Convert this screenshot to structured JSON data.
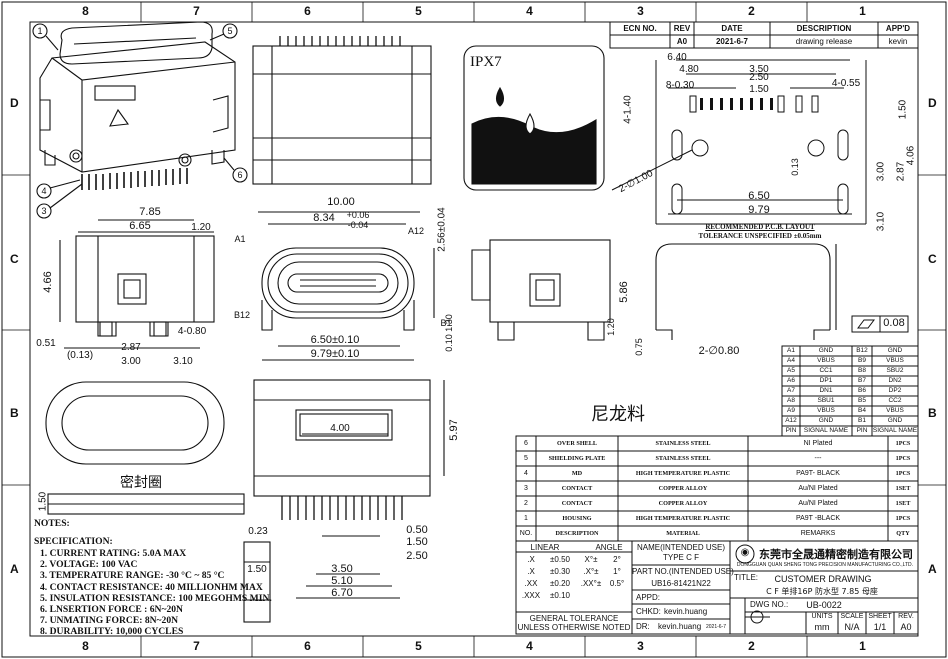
{
  "border": {
    "columns": [
      "8",
      "7",
      "6",
      "5",
      "4",
      "3",
      "2",
      "1"
    ],
    "rows": [
      "D",
      "C",
      "B",
      "A"
    ]
  },
  "revision": {
    "headers": [
      "ECN NO.",
      "REV",
      "DATE",
      "DESCRIPTION",
      "APP'D"
    ],
    "row": [
      "",
      "A0",
      "2021-6-7",
      "drawing release",
      "kevin"
    ]
  },
  "callouts": [
    "1",
    "5",
    "4",
    "3",
    "6",
    "A1",
    "A12",
    "B12",
    "B1"
  ],
  "dimensions": {
    "side_width": "7.85",
    "side_inner": "6.65",
    "side_lip": "1.20",
    "side_height": "4.66",
    "side_pin": "4-0.80",
    "side_d1": "0.51",
    "side_d2": "2.87",
    "side_d3": "(0.13)",
    "side_d4": "3.00",
    "side_d5": "3.10",
    "front_width": "10.00",
    "front_inner": "8.34",
    "front_tol": "+0.06 -0.04",
    "front_height": "2.56±0.04",
    "front_bottom": "6.50±0.10",
    "front_overall": "9.79±0.10",
    "front_d1": "1.30",
    "front_d2": "0.10",
    "right_height": "5.86",
    "right_pin": "1.20",
    "right_d1": "0.75",
    "right_hole": "2-∅0.80",
    "top_length": "5.97",
    "top_inner": "4.00",
    "bot_d1": "0.23",
    "bot_d2": "0.50",
    "bot_d3": "1.50",
    "bot_d4": "2.50",
    "bot_d5": "3.50",
    "bot_d6": "5.10",
    "bot_d7": "6.70",
    "gasket_h": "1.50",
    "gasket_side": "1.50",
    "pcb": [
      "6.40",
      "4.80",
      "3.50",
      "2.50",
      "1.50",
      "8-0.30",
      "4-0.55",
      "4-1.40",
      "1.50",
      "0.13",
      "3.00",
      "2.87",
      "4.06",
      "2-∅1.00",
      "6.50",
      "9.79",
      "3.10"
    ],
    "flatness": "0.08"
  },
  "ipx": {
    "label": "IPX7"
  },
  "pcb": {
    "title": "RECOMMENDED P.C.B. LAYOUT",
    "subtitle": "TOLERANCE UNSPECIFIED ±0.05mm"
  },
  "labels": {
    "nylon": "尼龙料",
    "gasket": "密封圈"
  },
  "pins": [
    [
      "A1",
      "GND",
      "B12",
      "GND"
    ],
    [
      "A4",
      "VBUS",
      "B9",
      "VBUS"
    ],
    [
      "A5",
      "CC1",
      "B8",
      "SBU2"
    ],
    [
      "A6",
      "DP1",
      "B7",
      "DN2"
    ],
    [
      "A7",
      "DN1",
      "B6",
      "DP2"
    ],
    [
      "A8",
      "SBU1",
      "B5",
      "CC2"
    ],
    [
      "A9",
      "VBUS",
      "B4",
      "VBUS"
    ],
    [
      "A12",
      "GND",
      "B1",
      "GND"
    ],
    [
      "PIN",
      "SIGNAL NAME",
      "PIN",
      "SIGNAL NAME"
    ]
  ],
  "bom": [
    [
      "6",
      "OVER SHELL",
      "STAINLESS STEEL",
      "NI Plated",
      "1PCS"
    ],
    [
      "5",
      "SHIELDING PLATE",
      "STAINLESS STEEL",
      "---",
      "1PCS"
    ],
    [
      "4",
      "MD",
      "HIGH TEMPERATURE PLASTIC",
      "PA9T- BLACK",
      "1PCS"
    ],
    [
      "3",
      "CONTACT",
      "COPPER ALLOY",
      "Au/NI Plated",
      "1SET"
    ],
    [
      "2",
      "CONTACT",
      "COPPER ALLOY",
      "Au/NI Plated",
      "1SET"
    ],
    [
      "1",
      "HOUSING",
      "HIGH TEMPERATURE PLASTIC",
      "PA9T -BLACK",
      "1PCS"
    ],
    [
      "NO.",
      "DESCRIPTION",
      "MATERIAL",
      "REMARKS",
      "QTY"
    ]
  ],
  "notes": {
    "title": "NOTES:",
    "spec": "SPECIFICATION:",
    "items": [
      "1. CURRENT RATING: 5.0A MAX",
      "2. VOLTAGE: 100 VAC",
      "3. TEMPERATURE RANGE: -30 °C ~ 85 °C",
      "4. CONTACT RESISTANCE: 40 MILLIONHM MAX",
      "5. INSULATION RESISTANCE: 100 MEGOHMS MIN.",
      "6. LNSERTION FORCE : 6N~20N",
      "7. UNMATING FORCE: 8N~20N",
      "8. DURABILITY: 10,000 CYCLES"
    ]
  },
  "tolerance": {
    "linear": "LINEAR",
    "angle": "ANGLE",
    "rows": [
      [
        ".X",
        "±0.50",
        "X°±",
        "2°"
      ],
      [
        ".X",
        "±0.30",
        ".X°±",
        "1°"
      ],
      [
        ".XX",
        "±0.20",
        ".XX°±",
        "0.5°"
      ],
      [
        ".XXX",
        "±0.10",
        "",
        ""
      ]
    ],
    "general1": "GENERAL TOLERANCE",
    "general2": "UNLESS OTHERWISE NOTED"
  },
  "titleblock": {
    "name_label": "NAME(INTENDED USE)",
    "name_value": "TYPE C F",
    "part_label": "PART NO.(INTENDED USE)",
    "part_value": "UB16-81421N22",
    "appd_label": "APPD:",
    "chkd_label": "CHKD:",
    "chkd_value": "kevin.huang",
    "dr_label": "DR:",
    "dr_value": "kevin.huang",
    "dr_date": "2021-6-7",
    "company_cn": "东莞市全晟通精密制造有限公司",
    "company_en": "DONGGUAN QUAN SHENG TONG PRECISION MANUFACTURING CO.,LTD.",
    "title_label": "TITLE:",
    "title_value": "CUSTOMER DRAWING",
    "title_sub": "C F 单排16P 防水型 7.85 母座",
    "dwg_label": "DWG NO.:",
    "dwg_value": "UB-0022",
    "units_label": "UNITS",
    "units_value": "mm",
    "scale_label": "SCALE",
    "scale_value": "N/A",
    "sheet_label": "SHEET",
    "sheet_value": "1/1",
    "rev_label": "REV.",
    "rev_value": "A0"
  }
}
